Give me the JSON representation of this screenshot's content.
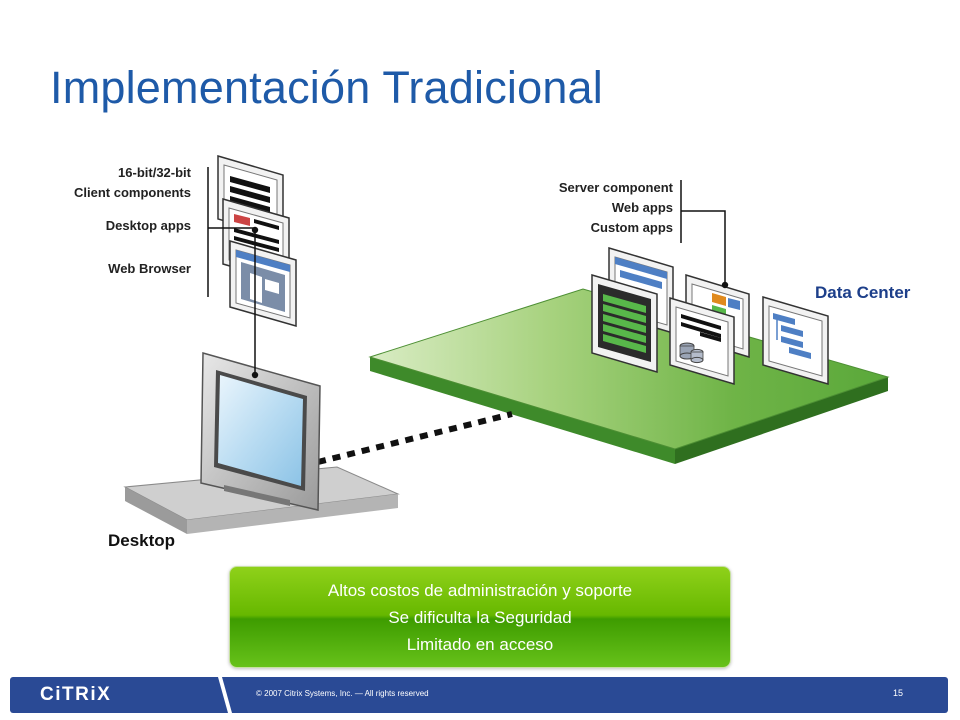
{
  "slide": {
    "title": "Implementación Tradicional"
  },
  "desktop_side": {
    "labels": [
      "16-bit/32-bit",
      "Client components",
      "Desktop apps",
      "Web Browser"
    ],
    "device_label": "Desktop"
  },
  "server_side": {
    "labels": [
      "Server component",
      "Web apps",
      "Custom apps"
    ],
    "area_label": "Data Center"
  },
  "banner": {
    "lines": [
      "Altos costos de administración y soporte",
      "Se dificulta la Seguridad",
      "Limitado en acceso"
    ],
    "color": "#5cb800"
  },
  "footer": {
    "logo": "CiTRiX",
    "copyright": "© 2007 Citrix Systems, Inc. — All rights reserved",
    "page_number": "15",
    "color": "#2a4a95"
  },
  "colors": {
    "title": "#1e5aa8",
    "platform": "#5aa83a",
    "connector": "#111111"
  }
}
